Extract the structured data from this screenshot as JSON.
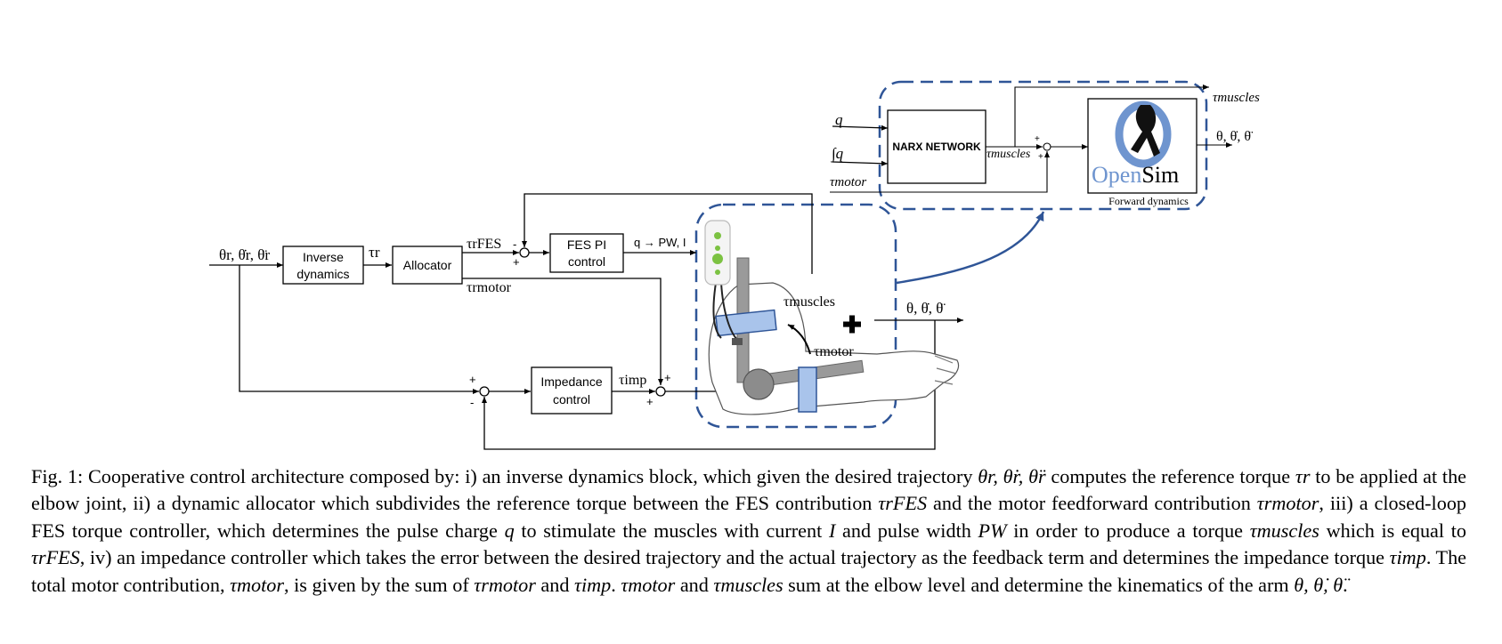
{
  "figure": {
    "input_label": "θr, θ̇r, θ̈r",
    "blocks": {
      "inverse_dynamics": [
        "Inverse",
        "dynamics"
      ],
      "allocator": "Allocator",
      "fes_pi": [
        "FES PI",
        "control"
      ],
      "impedance": [
        "Impedance",
        "control"
      ],
      "narx": "NARX NETWORK",
      "opensim_open": "Open",
      "opensim_sim": "Sim",
      "forward_dynamics": "Forward dynamics"
    },
    "signals": {
      "tau_r": "τr",
      "tau_rfes": "τrFES",
      "tau_rmotor": "τrmotor",
      "q_to_pw": "q → PW, I",
      "tau_imp": "τimp",
      "tau_muscles_arm": "τmuscles",
      "tau_motor_arm": "τmotor",
      "output_kin": "θ, θ̇, θ̈",
      "narx_q": "q",
      "narx_intq": "∫q",
      "narx_tau_motor": "τmotor",
      "narx_tau_muscles": "τmuscles",
      "out_tau_muscles": "τmuscles",
      "out_kin": "θ, θ̇, θ̈"
    },
    "signs": {
      "fes_sub_top": "-",
      "fes_sub_bottom": "+",
      "imp_sub_top": "+",
      "imp_sub_bottom": "-",
      "sum_right": "+",
      "sum_bottom": "+",
      "narx_sum_top": "+",
      "narx_sum_bottom": "+"
    },
    "plus_icon": "✚",
    "colors": {
      "dashed_box": "#2f5597",
      "arm_cuff": "#a9c4eb",
      "opensim_logo": "#6f95cf",
      "stimulator_green": "#7cc242"
    }
  },
  "caption": {
    "label": "Fig. 1:",
    "text_parts": [
      "Cooperative control architecture composed by: i) an inverse dynamics block, which given the desired trajectory ",
      " computes the reference torque ",
      " to be applied at the elbow joint, ii) a dynamic allocator which subdivides the reference torque between the FES contribution ",
      " and the motor feedforward contribution ",
      ", iii) a closed-loop FES torque controller, which determines the pulse charge ",
      " to stimulate the muscles with current ",
      " and pulse width ",
      " in order to produce a torque ",
      " which is equal to ",
      ", iv) an impedance controller which takes the error between the desired trajectory and the actual trajectory as the feedback term and determines the impedance torque ",
      ". The total motor contribution, ",
      ", is given by the sum of ",
      " and ",
      ". ",
      " and ",
      " sum at the elbow level and determine the kinematics of the arm ",
      "."
    ],
    "math": {
      "theta_r_set": "θr, θ̇r, θ̈r",
      "tau_r": "τr",
      "tau_rfes": "τrFES",
      "tau_rmotor": "τrmotor",
      "q": "q",
      "I": "I",
      "PW": "PW",
      "tau_muscles": "τmuscles",
      "tau_imp": "τimp",
      "tau_motor": "τmotor",
      "theta_set": "θ, θ̇, θ̈"
    }
  }
}
